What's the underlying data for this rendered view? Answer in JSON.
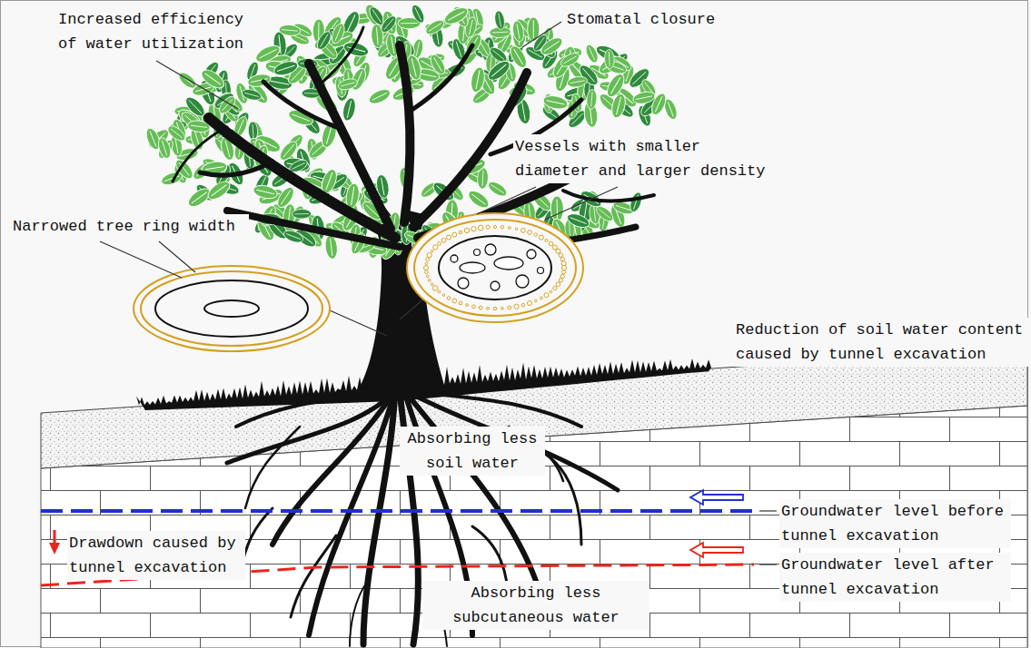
{
  "diagram": {
    "labels": [
      "Increased efficiency of water utilization",
      "Stomatal closure",
      "Vessels with smaller diameter and larger density",
      "Narrowed tree ring width",
      "Reduction of soil water content caused by tunnel excavation",
      "Absorbing less soil water",
      "Groundwater level before tunnel excavation",
      "Drawdown caused by tunnel excavation",
      "Groundwater level after tunnel excavation",
      "Absorbing less subcutaneous water"
    ]
  }
}
